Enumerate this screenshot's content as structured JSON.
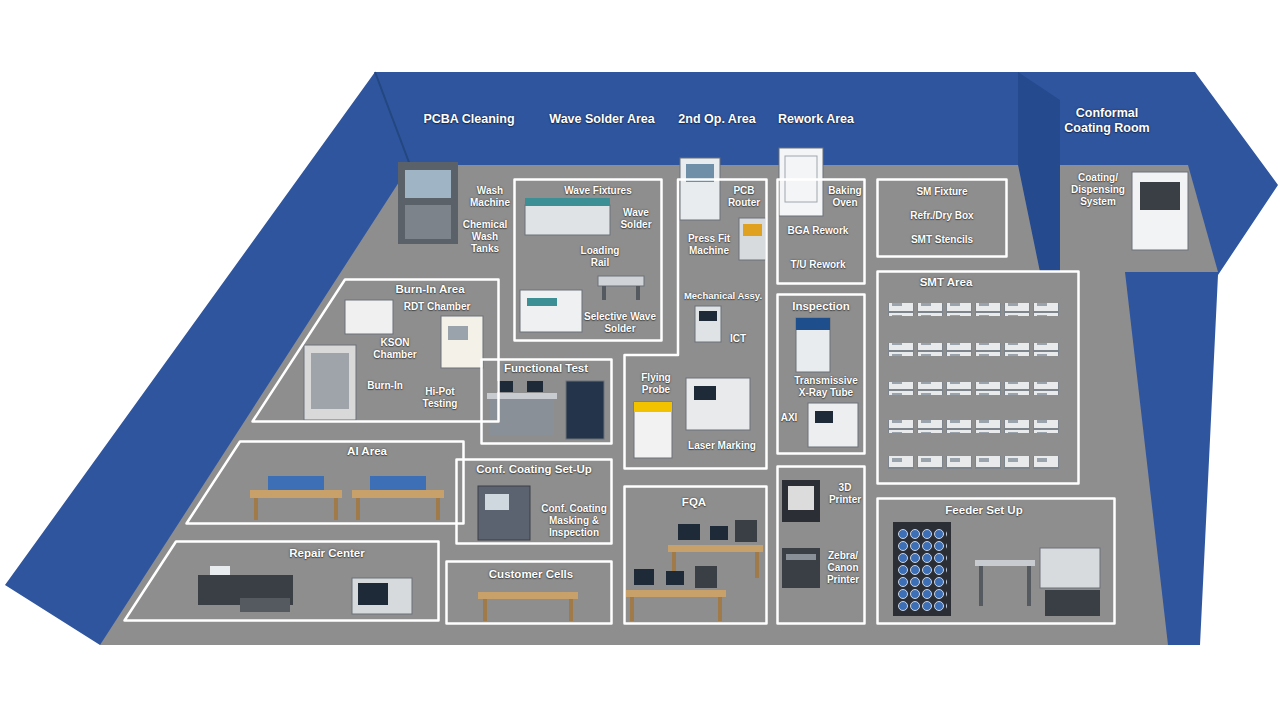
{
  "diagram": {
    "nodes": [
      {
        "text": [
          "Wave Fixtures",
          "Wave Solder",
          "Loading Rail",
          "Selective Wave Solder"
        ]
      },
      {
        "text": [
          "PCB Router",
          "Press Fit Machine",
          "Mechanical Assy.",
          "ICT",
          "Flying Probe",
          "Laser Marking"
        ]
      },
      {
        "text": [
          "Baking Oven",
          "BGA Rework",
          "T/U Rework"
        ]
      },
      {
        "text": [
          "SM Fixture",
          "Refr./Dry Box",
          "SMT Stencils"
        ]
      },
      {
        "text": [
          "SMT Area"
        ]
      },
      {
        "text": [
          "Burn-In Area",
          "RDT Chamber",
          "KSON Chamber",
          "Burn-In",
          "Hi-Pot Testing"
        ]
      },
      {
        "text": [
          "Inspection",
          "Transmissive X-Ray Tube",
          "AXI"
        ]
      },
      {
        "text": [
          "Functional Test"
        ]
      },
      {
        "text": [
          "AI Area"
        ]
      },
      {
        "text": [
          "Conf. Coating Set-Up",
          "Conf. Coating Masking & Inspection"
        ]
      },
      {
        "text": [
          "FQA"
        ]
      },
      {
        "text": [
          "3D Printer",
          "Zebra/ Canon Printer"
        ]
      },
      {
        "text": [
          "Feeder Set Up"
        ]
      },
      {
        "text": [
          "Repair Center"
        ]
      },
      {
        "text": [
          "Customer Cells"
        ]
      }
    ],
    "labels": [
      "PCBA Cleaning",
      "Wave Solder Area",
      "2nd Op. Area",
      "Rework Area",
      "Conformal Coating Room",
      "Wash Machine",
      "Chemical Wash Tanks",
      "Coating/ Dispensing System"
    ]
  }
}
